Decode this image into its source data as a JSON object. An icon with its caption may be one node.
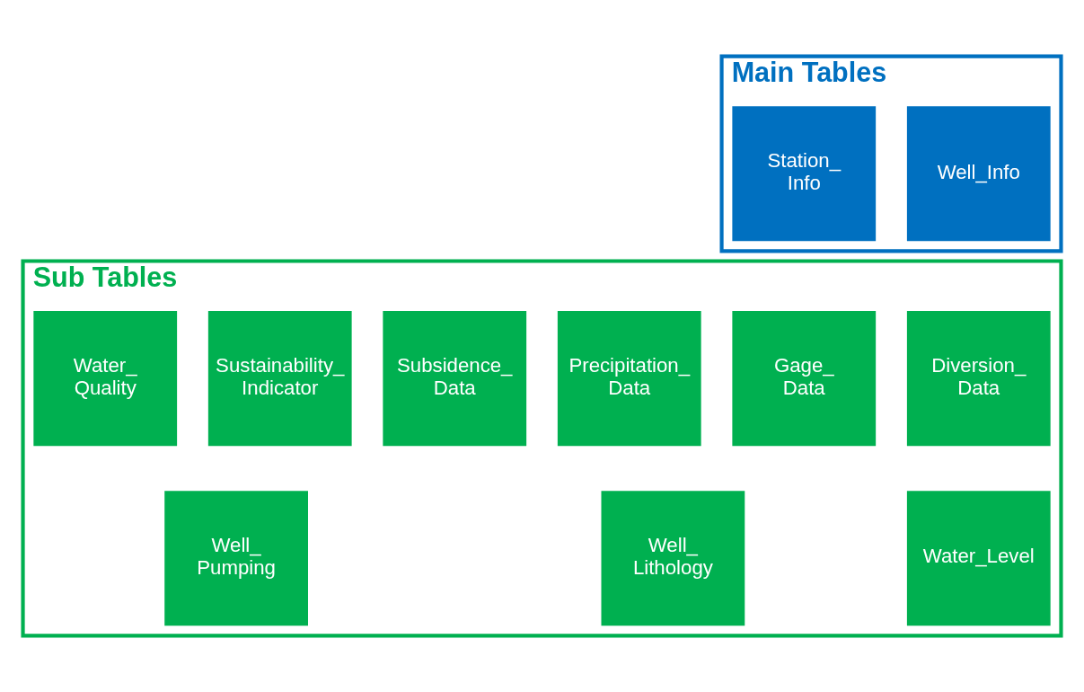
{
  "diagram": {
    "nodes": [
      {
        "text": [
          "Main Tables"
        ]
      },
      {
        "text": [
          "Well_Info"
        ],
        "in": 0
      },
      {
        "text": [
          "Station_ Info"
        ],
        "in": 0
      },
      {
        "text": [
          "Sub Tables"
        ]
      },
      {
        "text": [
          "Diversion_ Data"
        ],
        "in": 3
      },
      {
        "text": [
          "Gage_ Data"
        ],
        "in": 3
      },
      {
        "text": [
          "Precipitation_ Data"
        ],
        "in": 3
      },
      {
        "text": [
          "Subsidence_ Data"
        ],
        "in": 3
      },
      {
        "text": [
          "Sustainability_ Indicator"
        ],
        "in": 3
      },
      {
        "text": [
          "Water_ Quality"
        ],
        "in": 3
      },
      {
        "text": [
          "Water_Level"
        ],
        "in": 3
      },
      {
        "text": [
          "Well_ Lithology"
        ],
        "in": 3
      },
      {
        "text": [
          "Well_ Pumping"
        ],
        "in": 3
      }
    ],
    "edges": []
  }
}
